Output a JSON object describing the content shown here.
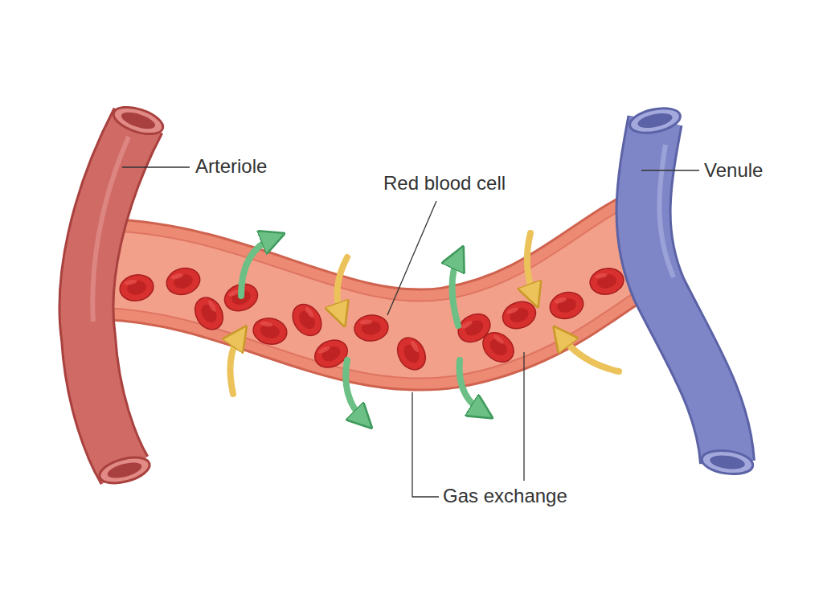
{
  "diagram": {
    "labels": [
      "Arteriole",
      "Red blood cell",
      "Venule",
      "Gas exchange"
    ]
  }
}
